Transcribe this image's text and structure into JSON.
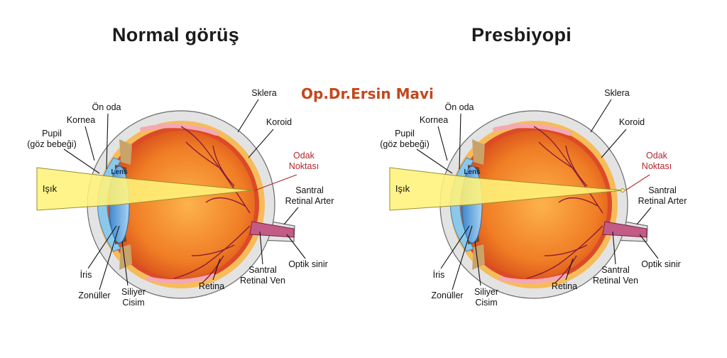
{
  "watermark": "Op.Dr.Ersin Mavi",
  "colors": {
    "sclera": "#e3e3e4",
    "sclera_stroke": "#6a6a6a",
    "choroid": "#f6bc5a",
    "retina_band": "#dc4a27",
    "eye_core": "#e66d20",
    "eye_center": "#fdb24c",
    "cornea": "#8cc8ea",
    "lens": "#6ea7dd",
    "light_beam": "#fff27a",
    "vessel": "#8a1d38",
    "label_red": "#b3262c"
  },
  "panels": [
    {
      "title": "Normal görüş",
      "focus": "on-retina",
      "labels": {
        "on_oda": "Ön oda",
        "sklera": "Sklera",
        "kornea": "Kornea",
        "koroid": "Koroid",
        "pupil_1": "Pupil",
        "pupil_2": "(göz bebeği)",
        "odak_1": "Odak",
        "odak_2": "Noktası",
        "lens": "Lens",
        "isik": "Işık",
        "arter_1": "Santral",
        "arter_2": "Retinal Arter",
        "iris": "İris",
        "zonuller": "Zonüller",
        "siliyer_1": "Siliyer",
        "siliyer_2": "Cisim",
        "retina": "Retina",
        "ven_1": "Santral",
        "ven_2": "Retinal Ven",
        "optik": "Optik sinir"
      }
    },
    {
      "title": "Presbiyopi",
      "focus": "behind-retina",
      "labels": {
        "on_oda": "Ön oda",
        "sklera": "Sklera",
        "kornea": "Kornea",
        "koroid": "Koroid",
        "pupil_1": "Pupil",
        "pupil_2": "(göz bebeği)",
        "odak_1": "Odak",
        "odak_2": "Noktası",
        "lens": "Lens",
        "isik": "Işık",
        "arter_1": "Santral",
        "arter_2": "Retinal Arter",
        "iris": "İris",
        "zonuller": "Zonüller",
        "siliyer_1": "Siliyer",
        "siliyer_2": "Cisim",
        "retina": "Retina",
        "ven_1": "Santral",
        "ven_2": "Retinal Ven",
        "optik": "Optik sinir"
      }
    }
  ]
}
